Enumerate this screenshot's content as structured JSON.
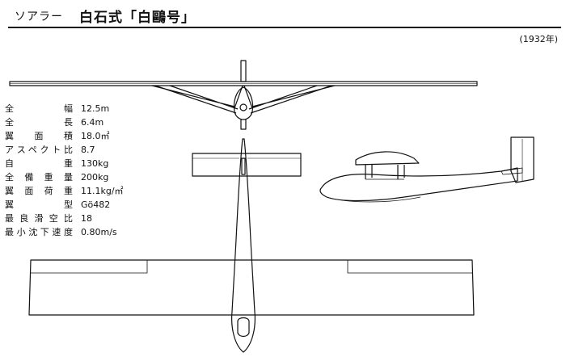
{
  "header": {
    "category": "ソアラー",
    "title": "白石式「白鷗号」",
    "year": "(1932年)"
  },
  "specs": [
    {
      "label": "全幅",
      "value": "12.5m"
    },
    {
      "label": "全長",
      "value": "6.4m"
    },
    {
      "label": "翼面積",
      "value": "18.0㎡"
    },
    {
      "label": "アスペクト比",
      "value": "8.7"
    },
    {
      "label": "自重",
      "value": "130kg"
    },
    {
      "label": "全備重量",
      "value": "200kg"
    },
    {
      "label": "翼面荷重",
      "value": "11.1kg/㎡"
    },
    {
      "label": "翼型",
      "value": "Gö482"
    },
    {
      "label": "最良滑空比",
      "value": "18"
    },
    {
      "label": "最小沈下速度",
      "value": "0.80m/s"
    }
  ]
}
